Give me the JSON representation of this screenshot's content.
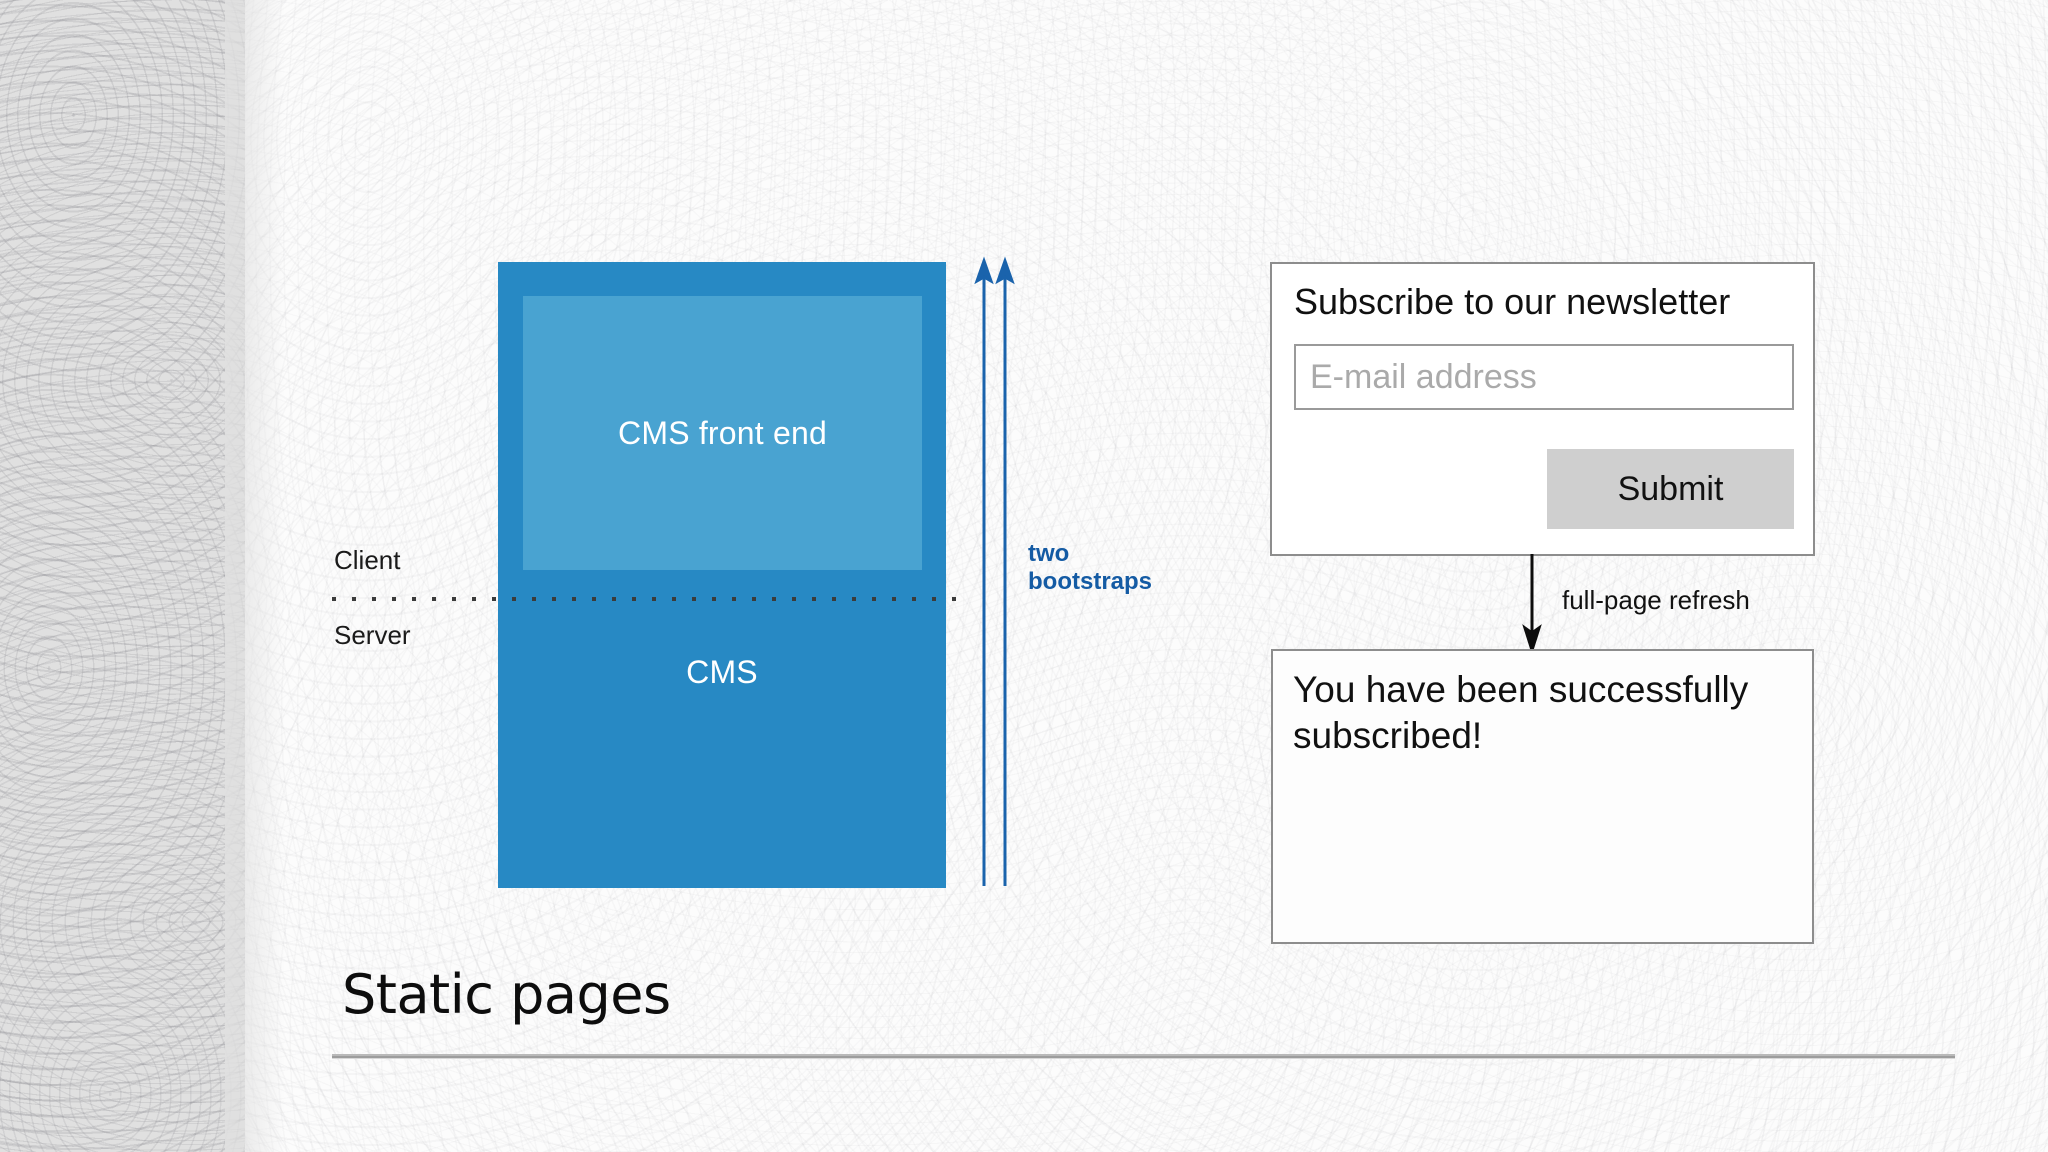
{
  "slide": {
    "title": "Static pages"
  },
  "diagram": {
    "cms_outer_label": "CMS",
    "cms_inner_label": "CMS front end",
    "client_label": "Client",
    "server_label": "Server",
    "bootstraps_label": "two bootstraps",
    "bootstraps_line1": "two",
    "bootstraps_line2": "bootstraps",
    "refresh_label": "full-page refresh",
    "colors": {
      "cms_outer": "#2789c4",
      "cms_inner": "#49a3d1",
      "accent_blue": "#145ba4",
      "arrow_blue": "#1a63ac",
      "divider": "#3b3b3b",
      "panel_border": "#8d8d8d",
      "button_fill": "#cfcfcf",
      "strip_gray": "#e0e0e0"
    }
  },
  "newsletter": {
    "heading": "Subscribe to our newsletter",
    "email_placeholder": "E-mail address",
    "email_value": "",
    "submit_label": "Submit"
  },
  "success": {
    "message": "You have been successfully subscribed!"
  }
}
